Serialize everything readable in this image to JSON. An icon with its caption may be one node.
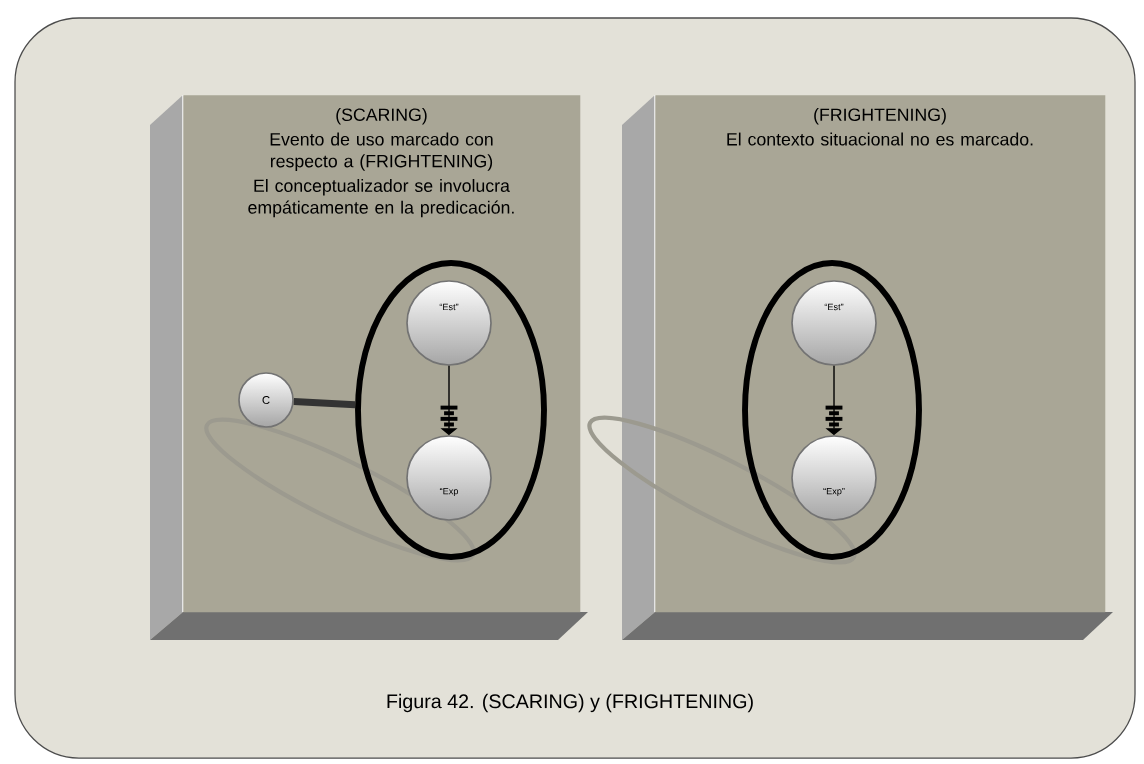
{
  "diagram": {
    "caption": "Figura 42. (SCARING) y (FRIGHTENING)",
    "nodes": [
      {
        "text": [
          "(SCARING)",
          "Evento de uso marcado con respecto a (FRIGHTENING)",
          "El conceptualizador se involucra empáticamente en la predicación."
        ]
      },
      {
        "text": [],
        "shape": "ellipse",
        "in": 0
      },
      {
        "text": [
          "“Est”"
        ],
        "in": 1
      },
      {
        "text": [
          "“Exp"
        ],
        "in": 1
      },
      {
        "text": [
          "C"
        ],
        "in": 0
      },
      {
        "text": [
          "(FRIGHTENING)",
          "El contexto situacional no es marcado."
        ]
      },
      {
        "text": [],
        "shape": "ellipse",
        "in": 5
      },
      {
        "text": [
          "“Est”"
        ],
        "in": 6
      },
      {
        "text": [
          "“Exp”"
        ],
        "in": 6
      }
    ],
    "edges": [
      {
        "from": 4,
        "to": 1,
        "arrow": "none",
        "style": "thick"
      },
      {
        "from": 2,
        "to": 3,
        "arrow": "to"
      },
      {
        "from": 7,
        "to": 8,
        "arrow": "to"
      }
    ]
  }
}
